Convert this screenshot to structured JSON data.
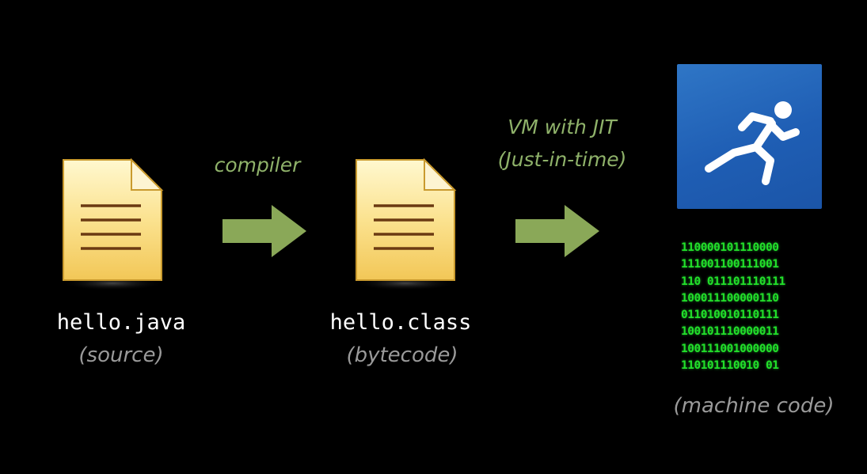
{
  "source": {
    "filename": "hello.java",
    "description": "(source)"
  },
  "compiler": {
    "label": "compiler"
  },
  "bytecode": {
    "filename": "hello.class",
    "description": "(bytecode)"
  },
  "vm": {
    "line1": "VM with JIT",
    "line2": "(Just-in-time)"
  },
  "machine": {
    "description": "(machine code)",
    "binary_lines": [
      "110000101110000",
      "111001100111001",
      "110 011101110111",
      "100011100000110",
      "011010010110111",
      "100101110000011",
      "100111001000000",
      "110101110010 01"
    ]
  },
  "icons": [
    "document-icon",
    "arrow-right-icon",
    "running-man-icon"
  ],
  "colors": {
    "background": "#000000",
    "arrow": "#8aa858",
    "label_green": "#8fb26a",
    "tile_blue": "#2768bd",
    "binary_green": "#22e02a"
  }
}
